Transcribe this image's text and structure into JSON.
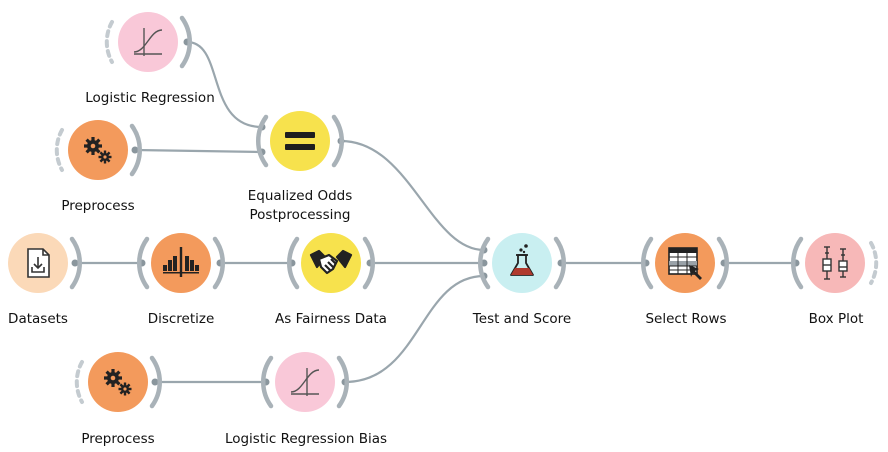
{
  "colors": {
    "edge": "#9aa6ad",
    "dot": "#8a969d",
    "arc": "#a9b2b8",
    "red_fill": "#f9c8d8",
    "orange_fill": "#f39a5c",
    "yellow_fill": "#f7e24d",
    "cyan_fill": "#c9eff1",
    "peach_fill": "#fbd9b8",
    "pink_fill": "#f7b8b8"
  },
  "nodes": {
    "logistic_regression": {
      "label": "Logistic Regression",
      "icon": "sigmoid-curve-icon"
    },
    "preprocess_top": {
      "label": "Preprocess",
      "icon": "gears-icon"
    },
    "equalized_odds": {
      "label_line1": "Equalized Odds",
      "label_line2": "Postprocessing",
      "icon": "equals-icon"
    },
    "datasets": {
      "label": "Datasets",
      "icon": "download-document-icon"
    },
    "discretize": {
      "label": "Discretize",
      "icon": "histogram-split-icon"
    },
    "as_fairness_data": {
      "label": "As Fairness Data",
      "icon": "handshake-icon"
    },
    "test_and_score": {
      "label": "Test and Score",
      "icon": "flask-icon"
    },
    "select_rows": {
      "label": "Select Rows",
      "icon": "table-select-icon"
    },
    "box_plot": {
      "label": "Box Plot",
      "icon": "box-plot-icon"
    },
    "preprocess_bottom": {
      "label": "Preprocess",
      "icon": "gears-icon"
    },
    "logistic_regression_bias": {
      "label": "Logistic Regression Bias",
      "icon": "sigmoid-curve-icon"
    }
  }
}
